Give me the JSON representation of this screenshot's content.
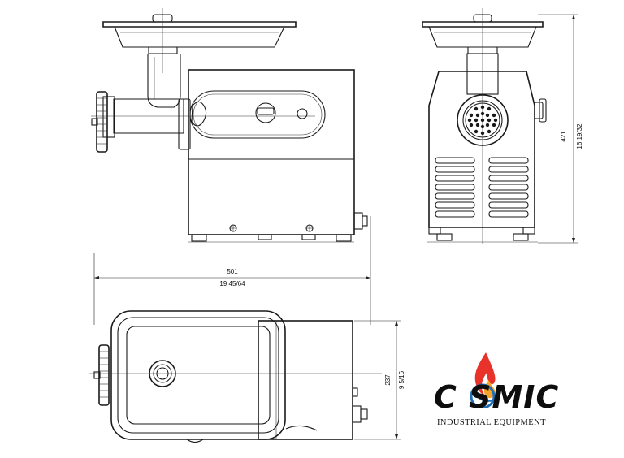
{
  "dimensions": {
    "width_metric": "501",
    "width_imperial": "19 45/64",
    "height_metric": "421",
    "height_imperial": "16 19/32",
    "depth_metric": "237",
    "depth_imperial": "9 5/16"
  },
  "logo": {
    "word": "C SMIC",
    "subtitle": "INDUSTRIAL EQUIPMENT",
    "colors": {
      "flame_red": "#e8322a",
      "flame_orange": "#f4a52a",
      "flame_blue": "#1f6fb8",
      "ink": "#0d0d0d"
    }
  },
  "views": [
    "side-view",
    "front-view",
    "top-view"
  ]
}
